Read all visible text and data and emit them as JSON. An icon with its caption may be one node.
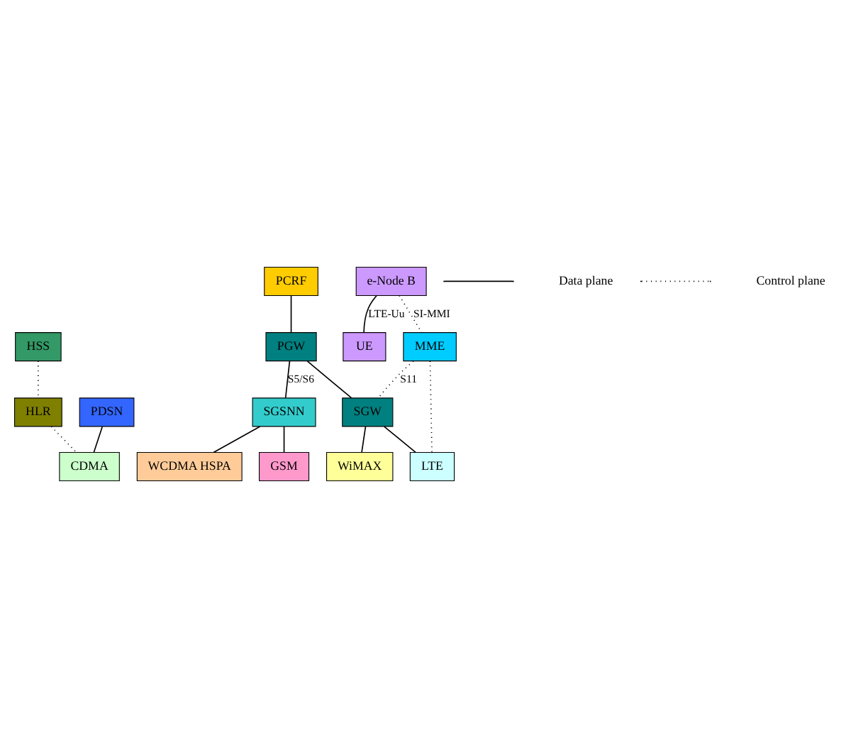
{
  "diagram": {
    "nodes": [
      {
        "text": [
          "HSS"
        ]
      },
      {
        "text": [
          "PCRF"
        ]
      },
      {
        "text": [
          "HLR"
        ]
      },
      {
        "text": [
          "PGW"
        ]
      },
      {
        "text": [
          "SGW"
        ]
      },
      {
        "text": [
          "e-Node B"
        ]
      },
      {
        "text": [
          "MME"
        ]
      },
      {
        "text": [
          "PDSN"
        ]
      },
      {
        "text": [
          "UE"
        ]
      },
      {
        "text": [
          "SGSNN"
        ]
      },
      {
        "text": [
          "GSM"
        ]
      },
      {
        "text": [
          "WCDMA HSPA"
        ]
      },
      {
        "text": [
          "CDMA"
        ]
      },
      {
        "text": [
          "LTE"
        ]
      },
      {
        "text": [
          "WiMAX"
        ]
      }
    ],
    "edges": [
      {
        "from": 0,
        "to": 2,
        "arrow": "none",
        "style": "dashed"
      },
      {
        "from": 1,
        "to": 3,
        "arrow": "none"
      },
      {
        "from": 3,
        "to": 9,
        "arrow": "none",
        "label": "S5/S6"
      },
      {
        "from": 3,
        "to": 4,
        "arrow": "none"
      },
      {
        "from": 5,
        "to": 6,
        "arrow": "none",
        "style": "dashed",
        "label": "SI-MMI"
      },
      {
        "from": 6,
        "to": 4,
        "arrow": "none",
        "style": "dashed",
        "label": "S11"
      },
      {
        "from": 5,
        "to": 8,
        "arrow": "none",
        "label": "LTE-Uu"
      },
      {
        "from": 2,
        "to": 12,
        "arrow": "none",
        "style": "dashed"
      },
      {
        "from": 6,
        "to": 13,
        "arrow": "none",
        "style": "dashed"
      },
      {
        "from": 7,
        "to": 12,
        "arrow": "none"
      },
      {
        "from": 4,
        "to": 13,
        "arrow": "none"
      },
      {
        "from": 4,
        "to": 14,
        "arrow": "none"
      },
      {
        "from": 9,
        "to": 10,
        "arrow": "none"
      },
      {
        "from": 9,
        "to": 11,
        "arrow": "none"
      }
    ],
    "legend": [
      {
        "text": "Data plane"
      },
      {
        "text": "Control plane"
      }
    ]
  }
}
